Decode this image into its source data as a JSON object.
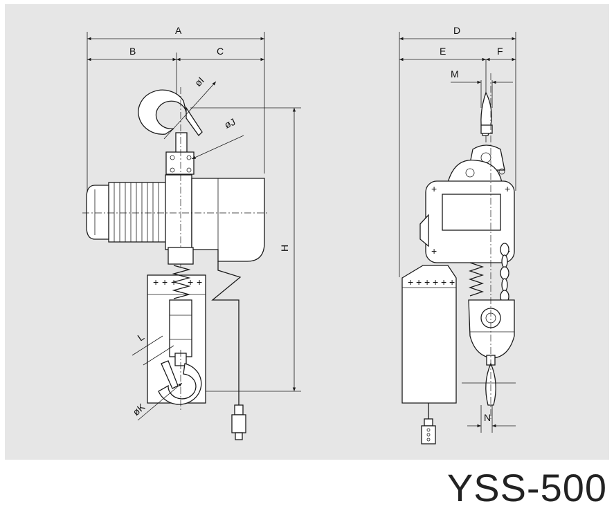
{
  "model": "YSS-500",
  "colors": {
    "panel_background": "#e6e6e6",
    "line": "#1a1a1a",
    "part_fill": "#ffffff"
  },
  "front_view": {
    "dimensions": {
      "A": "A",
      "B": "B",
      "C": "C",
      "H": "H",
      "I": "øI",
      "J": "øJ",
      "K": "øK",
      "L": "L"
    }
  },
  "side_view": {
    "dimensions": {
      "D": "D",
      "E": "E",
      "F": "F",
      "M": "M",
      "N": "N"
    }
  }
}
